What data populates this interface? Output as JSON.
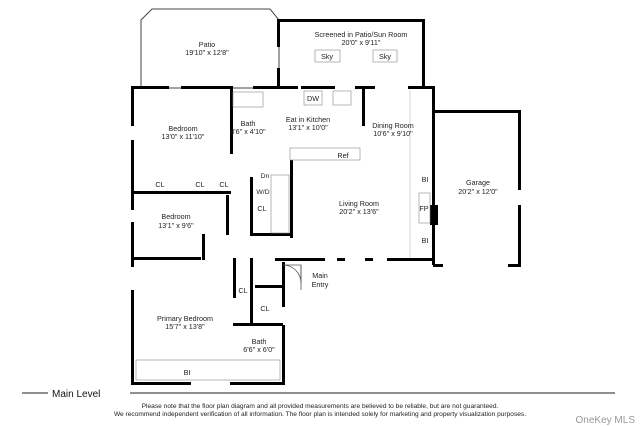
{
  "rooms": {
    "patio": {
      "name": "Patio",
      "size": "19'10\" x 12'8\""
    },
    "sun_room": {
      "name": "Screened in Patio/Sun Room",
      "size": "20'0\" x 9'11\""
    },
    "kitchen": {
      "name": "Eat in Kitchen",
      "size": "13'1\" x 10'0\""
    },
    "dining": {
      "name": "Dining Room",
      "size": "10'6\" x 9'10\""
    },
    "bedroom1": {
      "name": "Bedroom",
      "size": "13'0\" x 11'10\""
    },
    "bath1": {
      "name": "Bath",
      "size": "8'6\" x 4'10\""
    },
    "living": {
      "name": "Living Room",
      "size": "20'2\" x 13'6\""
    },
    "garage": {
      "name": "Garage",
      "size": "20'2\" x 12'0\""
    },
    "bedroom2": {
      "name": "Bedroom",
      "size": "13'1\" x 9'6\""
    },
    "primary": {
      "name": "Primary Bedroom",
      "size": "15'7\" x 13'8\""
    },
    "bath2": {
      "name": "Bath",
      "size": "6'6\" x 6'0\""
    },
    "entry": {
      "line1": "Main",
      "line2": "Entry"
    }
  },
  "fixtures": {
    "sky": "Sky",
    "dw": "DW",
    "ref": "Ref",
    "cl": "CL",
    "wd": "W/D",
    "dn": "Dn",
    "bi": "BI",
    "fp": "FP"
  },
  "level": "Main Level",
  "disclaimer": {
    "line1": "Please note that the floor plan diagram and all provided measurements are believed to be reliable, but are not guaranteed.",
    "line2": "We recommend independent verification of all information. The floor plan is intended solely for marketing and property visualization purposes."
  },
  "watermark": "OneKey MLS"
}
